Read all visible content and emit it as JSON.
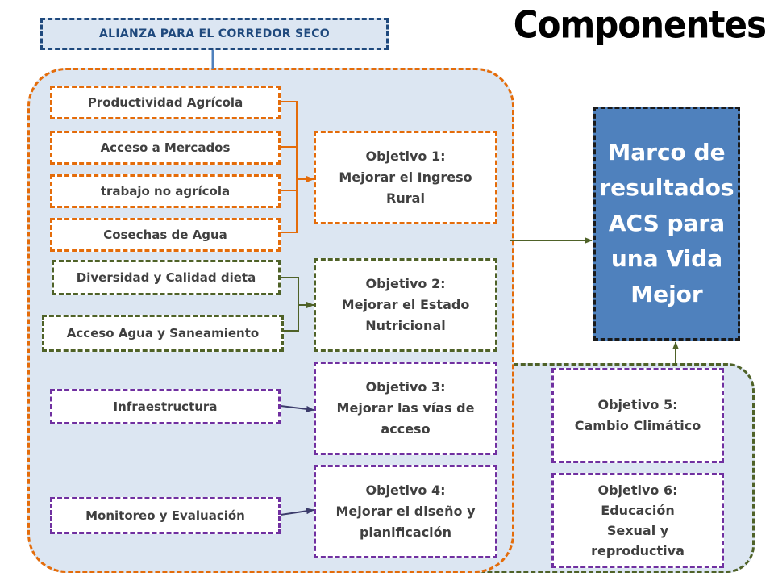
{
  "header": {
    "alliance": "ALIANZA PARA EL CORREDOR SECO",
    "title": "Componentes"
  },
  "components": {
    "productividad": "Productividad Agrícola",
    "mercados": "Acceso a Mercados",
    "trabajo": "trabajo no agrícola",
    "cosechas": "Cosechas de Agua",
    "dieta": "Diversidad y Calidad dieta",
    "agua": "Acceso Agua y Saneamiento",
    "infraestructura": "Infraestructura",
    "monitoreo": "Monitoreo y Evaluación"
  },
  "objectives": {
    "obj1": {
      "title": "Objetivo 1:",
      "line1": "Mejorar el Ingreso",
      "line2": "Rural"
    },
    "obj2": {
      "title": "Objetivo 2:",
      "line1": "Mejorar el Estado",
      "line2": "Nutricional"
    },
    "obj3": {
      "title": "Objetivo 3:",
      "line1": "Mejorar las vías de",
      "line2": "acceso"
    },
    "obj4": {
      "title": "Objetivo 4:",
      "line1": "Mejorar el diseño y",
      "line2": "planificación"
    },
    "obj5": {
      "title": "Objetivo 5:",
      "line1": "Cambio Climático"
    },
    "obj6": {
      "title": "Objetivo 6:",
      "line1": "Educación",
      "line2": "Sexual y",
      "line3": "reproductiva"
    }
  },
  "result": {
    "line1": "Marco de",
    "line2": "resultados",
    "line3": "ACS para",
    "line4": "una Vida",
    "line5": "Mejor"
  },
  "colors": {
    "panel_fill": "#dce6f2",
    "orange": "#e46c0a",
    "green": "#4f6228",
    "purple": "#7030a0",
    "navy": "#1f497d",
    "result_fill": "#4f81bd"
  }
}
